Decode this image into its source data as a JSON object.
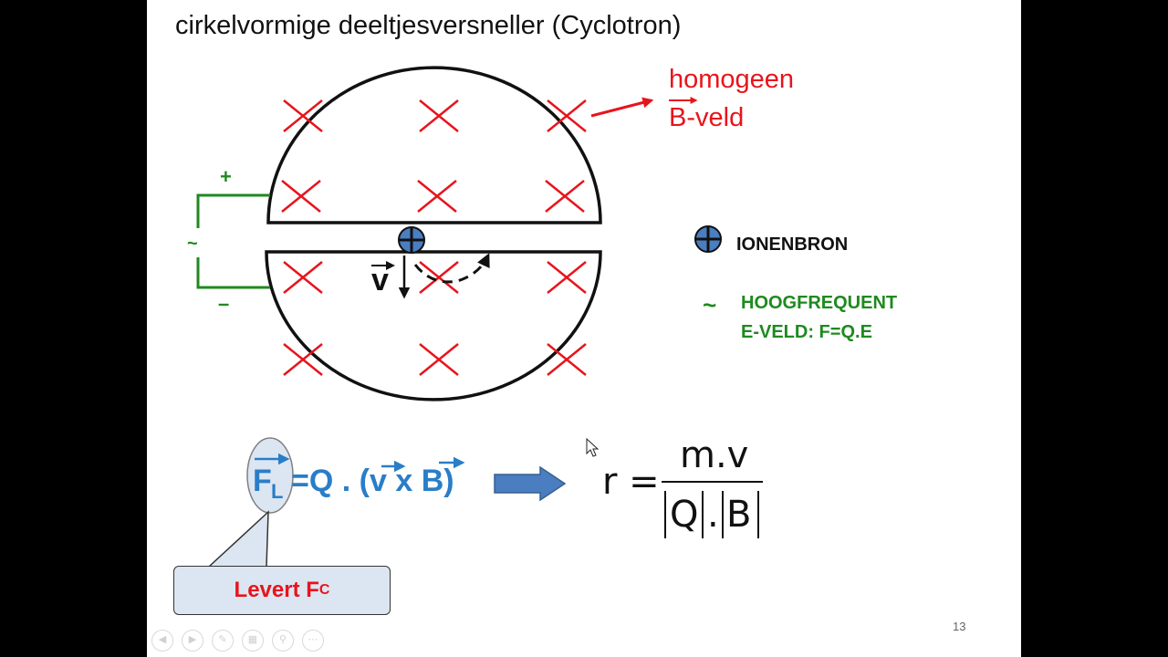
{
  "slide": {
    "title": "cirkelvormige deeltjesversneller (Cyclotron)",
    "page_number": "13"
  },
  "labels": {
    "field_line1": "homogeen",
    "field_line2": "B-veld",
    "plus": "+",
    "minus": "–",
    "tilde": "~",
    "velocity": "v",
    "ion_source": "IONENBRON",
    "hf_line1": "HOOGFREQUENT",
    "hf_line2": "E-VELD:  F=Q.E"
  },
  "formula_lorentz": {
    "force": "F",
    "force_sub": "L",
    "rest": "=Q . (",
    "v": "v",
    "x": " x ",
    "B": "B",
    "close": ")"
  },
  "formula_radius": {
    "lhs": "r =",
    "numerator": "m.v",
    "Q": "Q",
    "dot": ".",
    "B": "B"
  },
  "callout": {
    "text": "Levert F",
    "sub": "C"
  },
  "colors": {
    "red": "#e8141c",
    "green": "#1e8a1e",
    "blue": "#2a7dc8",
    "ion_fill": "#4a7ec0"
  },
  "icons": [
    "prev-icon",
    "next-icon",
    "pen-icon",
    "slides-icon",
    "zoom-icon",
    "more-icon"
  ]
}
